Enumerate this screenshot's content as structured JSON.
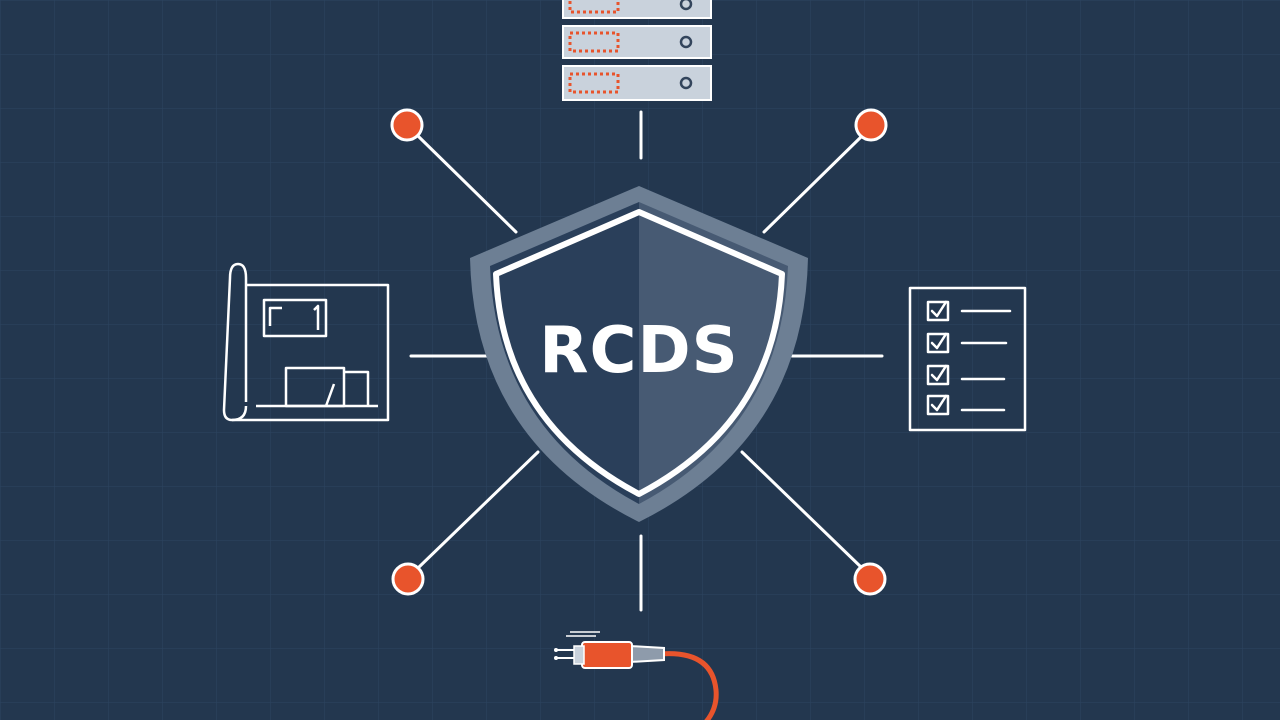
{
  "center": {
    "label": "RCDS"
  },
  "nodes": [
    {
      "name": "server-rack-icon"
    },
    {
      "name": "blueprint-floorplan-icon"
    },
    {
      "name": "checklist-icon"
    },
    {
      "name": "cable-plug-icon"
    },
    {
      "name": "endpoint-dot-top-left"
    },
    {
      "name": "endpoint-dot-top-right"
    },
    {
      "name": "endpoint-dot-bottom-left"
    },
    {
      "name": "endpoint-dot-bottom-right"
    }
  ],
  "colors": {
    "background": "#23374f",
    "grid": "#2b4260",
    "line": "#ffffff",
    "accent": "#e8542c",
    "shield_outer": "#6d7f94",
    "shield_left": "#2a3f5a",
    "shield_right": "#475a73",
    "server_face": "#c9d2dc"
  }
}
